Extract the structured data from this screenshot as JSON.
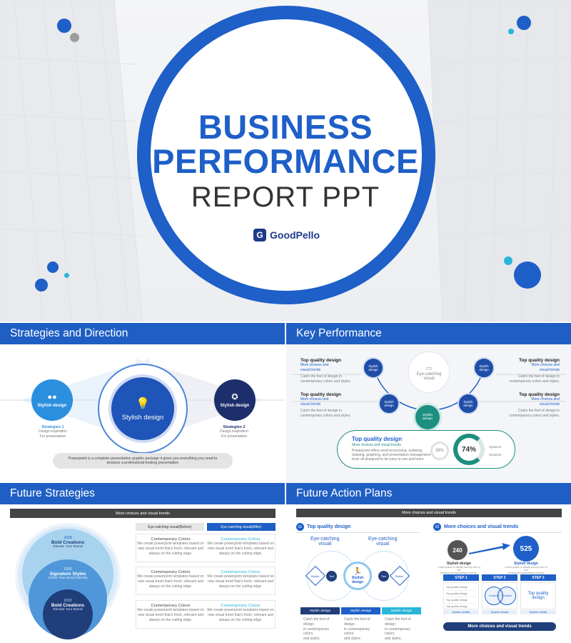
{
  "hero": {
    "title_line1": "BUSINESS",
    "title_line2": "PERFORMANCE",
    "title_line3": "REPORT PPT",
    "logo_letter": "G",
    "logo_text": "GoodPello",
    "colors": {
      "primary": "#1e5fc8",
      "accent": "#29b6d8",
      "gray": "#9e9e9e"
    }
  },
  "panel1": {
    "title": "Strategies and Direction",
    "left_label": "Stylish design",
    "center_label": "Stylish design",
    "right_label": "Stylish design",
    "strategy1_title": "Strategies 1",
    "strategy1_line1": "Design inspiration",
    "strategy1_line2": "For presentation",
    "strategy2_title": "Strategies 2",
    "strategy2_line1": "Design inspiration",
    "strategy2_line2": "For presentation",
    "caption_line1": "Powerpoint is a complete presentation graphic package it gives you everything you need to",
    "caption_line2": "produce a professional-looking presentation"
  },
  "panel2": {
    "title": "Key Performance",
    "center_line1": "Eye-catching",
    "center_line2": "visual",
    "blocks": [
      {
        "title": "Top quality design",
        "sub1": "More choices and",
        "sub2": "visual trends",
        "body1": "Catch the feel of design in",
        "body2": "contemporary colors and styles."
      },
      {
        "title": "Top quality design",
        "sub1": "More choices and",
        "sub2": "visual trends",
        "body1": "Catch the feel of design in",
        "body2": "contemporary colors and styles."
      },
      {
        "title": "Top quality design",
        "sub1": "More choices and",
        "sub2": "visual trends",
        "body1": "Catch the feel of design in",
        "body2": "contemporary colors and styles."
      },
      {
        "title": "Top quality design",
        "sub1": "More choices and",
        "sub2": "visual trends",
        "body1": "Catch the feel of design in",
        "body2": "contemporary colors and styles."
      }
    ],
    "node_label1": "Stylish",
    "node_label2": "design",
    "card_title": "Top quality design",
    "card_sub": "More choices and visual trends",
    "card_body1": "Powerpoint offers word processing, outlining,",
    "card_body2": "drawing, graphing, and presentation management",
    "card_body3": "tools all designed to be easy to use and learn.",
    "donut_small": "38%",
    "donut_big": "74%",
    "legend1": "System1",
    "legend2": "System2"
  },
  "panel3": {
    "title": "Future Strategies",
    "bar_label": "More choices and visual trends",
    "col_before": "Eye-catching visual(Before)",
    "col_after": "Eye-catching visual(After)",
    "circles": [
      {
        "year": "2028",
        "name": "Bold Creations",
        "desc": "Elevate Your Brand"
      },
      {
        "year": "2030",
        "name": "Signature Styles",
        "desc": "Define Your Brand Identity"
      },
      {
        "year": "2032",
        "name": "Bold Creations",
        "desc": "Elevate Your Brand"
      }
    ],
    "row_title": "Contemporary Colors",
    "row_body1": "We create powerpoint templates based on",
    "row_body2": "new visual trend that's fresh, relevant and",
    "row_body3": "always on the cutting edge."
  },
  "panel4": {
    "title": "Future Action Plans",
    "bar_label": "More choices and visual trends",
    "sec1_num": "01",
    "sec1_title": "Top quality design",
    "sec2_num": "02",
    "sec2_title": "More choices and visual trends",
    "eye1": "Eye-catching",
    "eye2": "visual",
    "node_s1": "Stylish",
    "node_s2": "design",
    "node_text": "Text",
    "steps_bar": [
      "Stylish design",
      "Stylish design",
      "Stylish design"
    ],
    "step_body1": "Catch the feel of design",
    "step_body2": "in contemporary colors",
    "step_body3": "and styles.",
    "num1": "240",
    "num2": "525",
    "num_label": "Stylish design",
    "num_body1": "Lorem Ipsum is simply dummy text of the",
    "num_body2": "printing and typesetting industry.",
    "steps": [
      "STEP 1",
      "STEP 2",
      "STEP 3"
    ],
    "list_item": "Top quality design",
    "venn_left": "Contents",
    "venn_right": "Contents",
    "step3_text1": "Top quality",
    "step3_text2": "design",
    "system_details": "System details",
    "bottom_bar": "More choices and visual trends"
  }
}
